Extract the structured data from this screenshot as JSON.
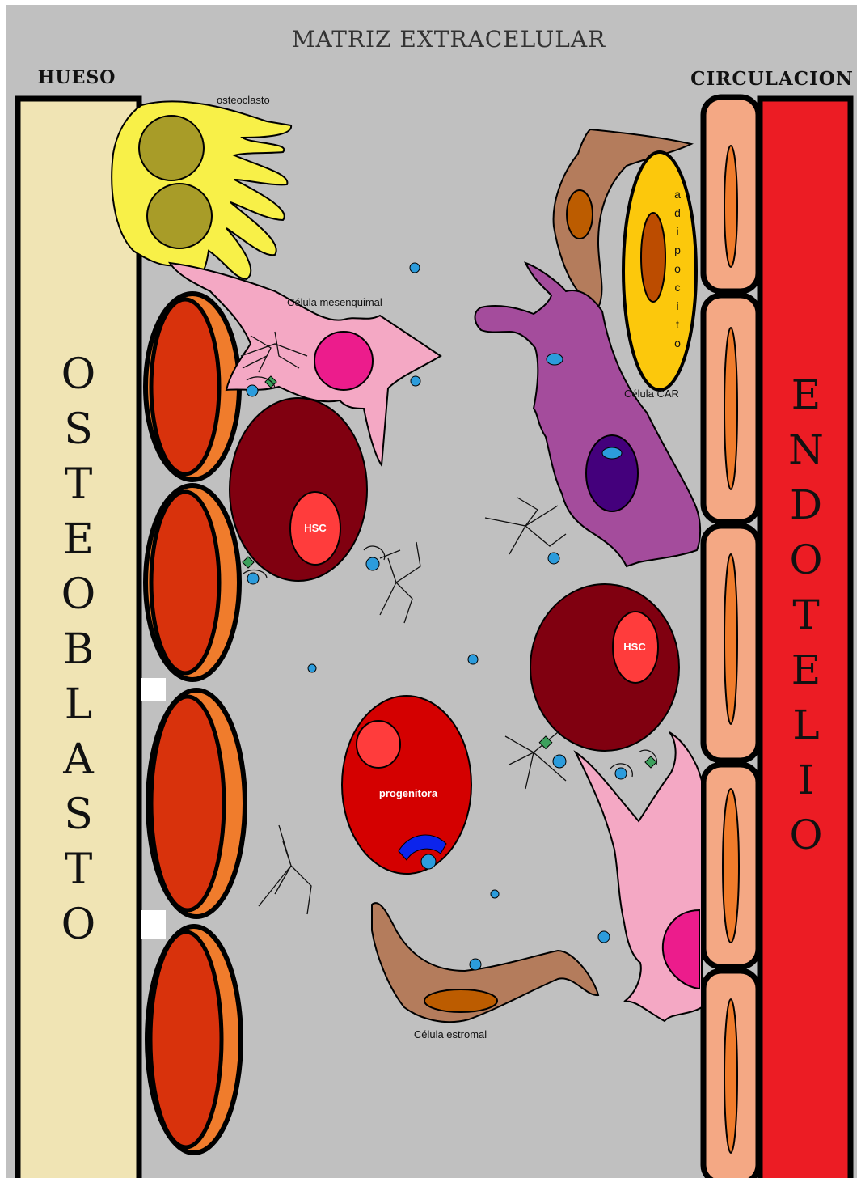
{
  "header": {
    "title": "MATRIZ EXTRACELULAR",
    "left": "HUESO",
    "right": "CIRCULACION"
  },
  "vertical_labels": {
    "bone": "OSTEOBLASTO",
    "vessel": "ENDOTELIO"
  },
  "cell_labels": {
    "osteoclast": "osteoclasto",
    "mesenchymal": "Célula mesenquimal",
    "adipocyte": "adipocito",
    "car": "Célula CAR",
    "hsc_1": "HSC",
    "hsc_2": "HSC",
    "progenitor": "progenitora",
    "stromal": "Célula estromal"
  },
  "colors": {
    "background": "#c0c0c0",
    "bone": "#f0e4b4",
    "osteoblast_outer": "#f07c2c",
    "osteoblast_inner": "#d8320c",
    "endothelial_outer": "#f4a884",
    "endothelial_inner": "#f07c2c",
    "vessel": "#ec1c24",
    "osteoclast": "#f8f048",
    "osteoclast_nucleus": "#a89c28",
    "mesenchymal": "#f4a8c4",
    "mesenchymal_nucleus": "#ec1c8c",
    "hsc": "#800010",
    "hsc_nucleus": "#ff3c3c",
    "progenitor": "#d40000",
    "car_cell": "#a44c9c",
    "car_nucleus": "#44007c",
    "adipocyte": "#fcc80c",
    "adipocyte_nucleus": "#bc4c00",
    "stromal": "#b47c5c",
    "stromal_nucleus": "#bc5c00",
    "cytokine": "#2c9cdc",
    "receptor": "#3ca05c",
    "blue_cap": "#0c24ec"
  }
}
